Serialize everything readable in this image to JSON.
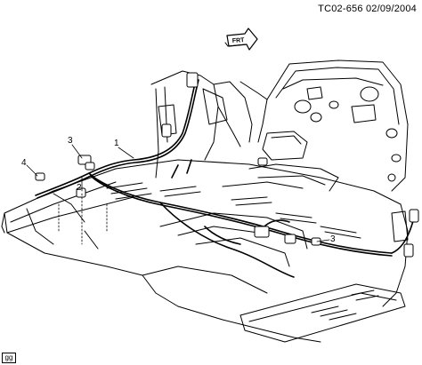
{
  "header": {
    "ref_code": "TC02-656  02/09/2004"
  },
  "orientation_arrow": {
    "label": "FRT"
  },
  "callouts": [
    {
      "number": "1"
    },
    {
      "number": "2"
    },
    {
      "number": "3"
    },
    {
      "number": "3"
    },
    {
      "number": "4"
    }
  ],
  "footer": {
    "tag": "gg"
  }
}
